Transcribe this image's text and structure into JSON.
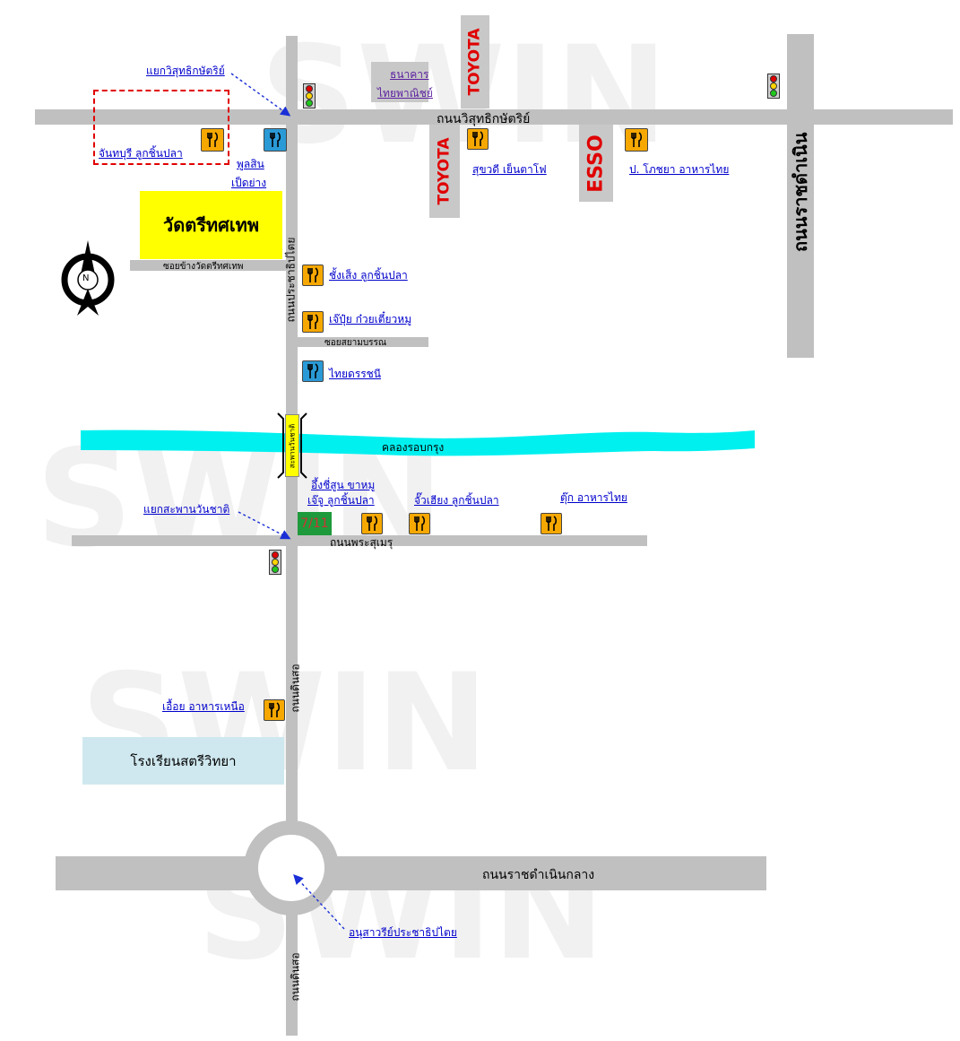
{
  "watermark": "SWIN",
  "roads": {
    "top_road": "ถนนวิสุทธิกษัตริย์",
    "vertical_road_upper": "ถนนประชาธิปไตย",
    "right_road": "ถนนราชดำเนิน",
    "wat_soi": "ซอยข้างวัดตรีทศเทพ",
    "siam_soi": "ซอยสยามบรรณ",
    "canal": "คลองรอบกรุง",
    "bridge": "สะพานวันชาติ",
    "middle_road": "ถนนพระสุเมรุ",
    "vertical_road_lower": "ถนนดินสอ",
    "vertical_road_bottom": "ถนนดินสอ",
    "bottom_road": "ถนนราชดำเนินกลาง"
  },
  "landmarks": {
    "bank_line1": "ธนาคาร",
    "bank_line2": "ไทยพาณิชย์",
    "toyota_top": "TOYOTA",
    "toyota_bottom": "TOYOTA",
    "esso": "ESSO",
    "wat": "วัดตรีทศเทพ",
    "school": "โรงเรียนสตรีวิทยา",
    "seven_eleven": "7/11",
    "compass_letter": "N"
  },
  "links": {
    "intersection_top": "แยกวิสุทธิกษัตริย์",
    "chanthaburi": "จันทบุรี ลูกชิ้นปลา",
    "poonsin_line1": "พูลสิน",
    "poonsin_line2": "เป็ดย่าง",
    "sukhawadee": "สุขวดี เย็นตาโฟ",
    "por_phochaya": "ป. โภชยา อาหารไทย",
    "chang_seng": "ชั้งเส็ง ลูกชิ้นปลา",
    "jae_pui": "เจ๊ปุ๋ย ก๋วยเตี๋ยวหมู",
    "thai_datsanee": "ไทยดรรชนี",
    "ung_jee_soon": "อึ้งชี่สูน ขาหมู",
    "jae_joo": "เจ๊จู ลูกชิ้นปลา",
    "jua_hiang": "จั๊วเฮียง ลูกชิ้นปลา",
    "tuk": "ตุ๊ก อาหารไทย",
    "intersection_bridge": "แยกสะพานวันชาติ",
    "ouy": "เอื้อย อาหารเหนือ",
    "monument": "อนุสาวรีย์ประชาธิปไตย"
  },
  "colors": {
    "road": "#c0c0c0",
    "canal": "#00f0f0",
    "wat_fill": "#ffff00",
    "school_fill": "#cfe8ef",
    "seven_eleven": "#1e9a3c",
    "restaurant_orange": "#f6a800",
    "restaurant_blue": "#2a9ad6",
    "brand_red": "#e00000",
    "link_blue": "#0000cc",
    "highlight_red": "#e00000"
  },
  "icons": {
    "restaurant": "fork-knife-icon",
    "traffic_light": "traffic-light-icon",
    "compass": "north-compass-icon",
    "pointer": "dashed-arrow-icon"
  }
}
